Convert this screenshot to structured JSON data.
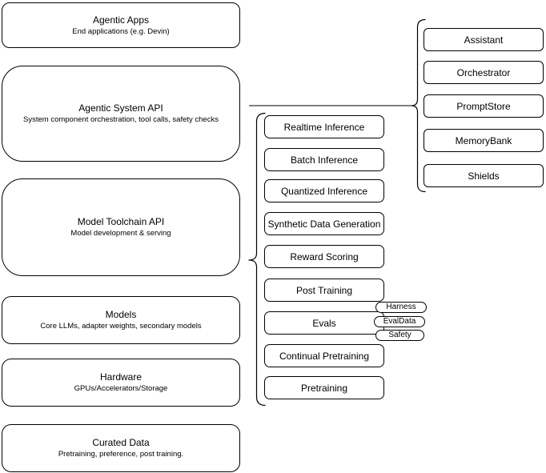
{
  "diagram": {
    "stack": [
      {
        "title": "Agentic Apps",
        "subtitle": "End applications (e.g. Devin)"
      },
      {
        "title": "Agentic System API",
        "subtitle": "System component orchestration, tool calls, safety checks"
      },
      {
        "title": "Model Toolchain API",
        "subtitle": "Model development & serving"
      },
      {
        "title": "Models",
        "subtitle": "Core LLMs, adapter weights, secondary models"
      },
      {
        "title": "Hardware",
        "subtitle": "GPUs/Accelerators/Storage"
      },
      {
        "title": "Curated Data",
        "subtitle": "Pretraining, preference, post training."
      }
    ],
    "toolchain_group": {
      "items": [
        "Realtime Inference",
        "Batch Inference",
        "Quantized Inference",
        "Synthetic Data Generation",
        "Reward Scoring",
        "Post Training",
        "Evals",
        "Continual Pretraining",
        "Pretraining"
      ]
    },
    "eval_badges": [
      "Harness",
      "EvalData",
      "Safety"
    ],
    "system_group": {
      "items": [
        "Assistant",
        "Orchestrator",
        "PromptStore",
        "MemoryBank",
        "Shields"
      ]
    },
    "colors": {
      "stroke": "#000000",
      "fill": "#ffffff",
      "text": "#000000"
    }
  }
}
